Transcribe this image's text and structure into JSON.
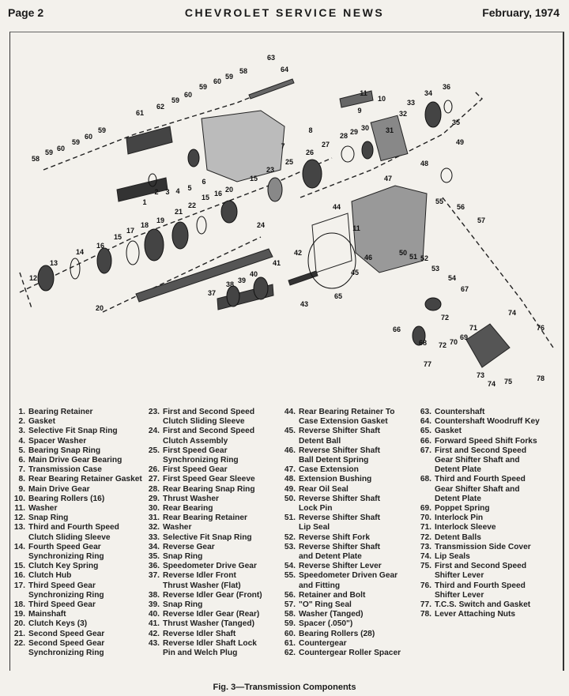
{
  "header": {
    "page": "Page 2",
    "title": "CHEVROLET SERVICE NEWS",
    "date": "February, 1974"
  },
  "diagram": {
    "callouts": [
      "63",
      "64",
      "58",
      "59",
      "60",
      "59",
      "60",
      "59",
      "62",
      "61",
      "9",
      "11",
      "10",
      "8",
      "7",
      "36",
      "34",
      "33",
      "32",
      "35",
      "31",
      "30",
      "29",
      "28",
      "27",
      "26",
      "25",
      "23",
      "49",
      "48",
      "47",
      "58",
      "59",
      "60",
      "59",
      "60",
      "59",
      "5",
      "6",
      "4",
      "3",
      "2",
      "1",
      "15",
      "20",
      "16",
      "22",
      "15",
      "21",
      "19",
      "24",
      "44",
      "55",
      "56",
      "57",
      "11",
      "18",
      "17",
      "15",
      "16",
      "14",
      "13",
      "12",
      "20",
      "42",
      "46",
      "50",
      "51",
      "52",
      "45",
      "41",
      "53",
      "54",
      "40",
      "39",
      "38",
      "37",
      "43",
      "65",
      "67",
      "66",
      "74",
      "76",
      "72",
      "71",
      "69",
      "70",
      "72",
      "68",
      "73",
      "74",
      "75",
      "77",
      "78"
    ]
  },
  "legend": [
    [
      {
        "n": "1.",
        "t": [
          "Bearing Retainer"
        ]
      },
      {
        "n": "2.",
        "t": [
          "Gasket"
        ]
      },
      {
        "n": "3.",
        "t": [
          "Selective Fit Snap Ring"
        ]
      },
      {
        "n": "4.",
        "t": [
          "Spacer Washer"
        ]
      },
      {
        "n": "5.",
        "t": [
          "Bearing Snap Ring"
        ]
      },
      {
        "n": "6.",
        "t": [
          "Main Drive Gear Bearing"
        ]
      },
      {
        "n": "7.",
        "t": [
          "Transmission Case"
        ]
      },
      {
        "n": "8.",
        "t": [
          "Rear Bearing Retainer Gasket"
        ]
      },
      {
        "n": "9.",
        "t": [
          "Main Drive Gear"
        ]
      },
      {
        "n": "10.",
        "t": [
          "Bearing Rollers (16)"
        ]
      },
      {
        "n": "11.",
        "t": [
          "Washer"
        ]
      },
      {
        "n": "12.",
        "t": [
          "Snap Ring"
        ]
      },
      {
        "n": "13.",
        "t": [
          "Third and Fourth Speed",
          "Clutch Sliding Sleeve"
        ]
      },
      {
        "n": "14.",
        "t": [
          "Fourth Speed Gear",
          "Synchronizing Ring"
        ]
      },
      {
        "n": "15.",
        "t": [
          "Clutch Key Spring"
        ]
      },
      {
        "n": "16.",
        "t": [
          "Clutch Hub"
        ]
      },
      {
        "n": "17.",
        "t": [
          "Third Speed Gear",
          "Synchronizing Ring"
        ]
      },
      {
        "n": "18.",
        "t": [
          "Third Speed Gear"
        ]
      },
      {
        "n": "19.",
        "t": [
          "Mainshaft"
        ]
      },
      {
        "n": "20.",
        "t": [
          "Clutch Keys (3)"
        ]
      },
      {
        "n": "21.",
        "t": [
          "Second Speed Gear"
        ]
      },
      {
        "n": "22.",
        "t": [
          "Second Speed Gear",
          "Synchronizing Ring"
        ]
      }
    ],
    [
      {
        "n": "23.",
        "t": [
          "First and Second Speed",
          "Clutch Sliding Sleeve"
        ]
      },
      {
        "n": "24.",
        "t": [
          "First and Second Speed",
          "Clutch Assembly"
        ]
      },
      {
        "n": "25.",
        "t": [
          "First Speed Gear",
          "Synchronizing Ring"
        ]
      },
      {
        "n": "26.",
        "t": [
          "First Speed Gear"
        ]
      },
      {
        "n": "27.",
        "t": [
          "First Speed Gear Sleeve"
        ]
      },
      {
        "n": "28.",
        "t": [
          "Rear Bearing Snap Ring"
        ]
      },
      {
        "n": "29.",
        "t": [
          "Thrust Washer"
        ]
      },
      {
        "n": "30.",
        "t": [
          "Rear Bearing"
        ]
      },
      {
        "n": "31.",
        "t": [
          "Rear Bearing Retainer"
        ]
      },
      {
        "n": "32.",
        "t": [
          "Washer"
        ]
      },
      {
        "n": "33.",
        "t": [
          "Selective Fit Snap Ring"
        ]
      },
      {
        "n": "34.",
        "t": [
          "Reverse Gear"
        ]
      },
      {
        "n": "35.",
        "t": [
          "Snap Ring"
        ]
      },
      {
        "n": "36.",
        "t": [
          "Speedometer Drive Gear"
        ]
      },
      {
        "n": "37.",
        "t": [
          "Reverse Idler Front",
          "Thrust Washer (Flat)"
        ]
      },
      {
        "n": "38.",
        "t": [
          "Reverse Idler Gear (Front)"
        ]
      },
      {
        "n": "39.",
        "t": [
          "Snap Ring"
        ]
      },
      {
        "n": "40.",
        "t": [
          "Reverse Idler Gear (Rear)"
        ]
      },
      {
        "n": "41.",
        "t": [
          "Thrust Washer (Tanged)"
        ]
      },
      {
        "n": "42.",
        "t": [
          "Reverse Idler Shaft"
        ]
      },
      {
        "n": "43.",
        "t": [
          "Reverse Idler Shaft Lock",
          "Pin and Welch Plug"
        ]
      }
    ],
    [
      {
        "n": "44.",
        "t": [
          "Rear Bearing Retainer To",
          "Case Extension Gasket"
        ]
      },
      {
        "n": "45.",
        "t": [
          "Reverse Shifter Shaft",
          "Detent Ball"
        ]
      },
      {
        "n": "46.",
        "t": [
          "Reverse Shifter Shaft",
          "Ball Detent Spring"
        ]
      },
      {
        "n": "47.",
        "t": [
          "Case Extension"
        ]
      },
      {
        "n": "48.",
        "t": [
          "Extension Bushing"
        ]
      },
      {
        "n": "49.",
        "t": [
          "Rear Oil Seal"
        ]
      },
      {
        "n": "50.",
        "t": [
          "Reverse Shifter Shaft",
          "Lock Pin"
        ]
      },
      {
        "n": "51.",
        "t": [
          "Reverse Shifter Shaft",
          "Lip Seal"
        ]
      },
      {
        "n": "52.",
        "t": [
          "Reverse Shift Fork"
        ]
      },
      {
        "n": "53.",
        "t": [
          "Reverse Shifter Shaft",
          "and Detent Plate"
        ]
      },
      {
        "n": "54.",
        "t": [
          "Reverse Shifter Lever"
        ]
      },
      {
        "n": "55.",
        "t": [
          "Speedometer Driven Gear",
          "and Fitting"
        ]
      },
      {
        "n": "56.",
        "t": [
          "Retainer and Bolt"
        ]
      },
      {
        "n": "57.",
        "t": [
          "\"O\" Ring Seal"
        ]
      },
      {
        "n": "58.",
        "t": [
          "Washer (Tanged)"
        ]
      },
      {
        "n": "59.",
        "t": [
          "Spacer (.050\")"
        ]
      },
      {
        "n": "60.",
        "t": [
          "Bearing Rollers (28)"
        ]
      },
      {
        "n": "61.",
        "t": [
          "Countergear"
        ]
      },
      {
        "n": "62.",
        "t": [
          "Countergear Roller Spacer"
        ]
      }
    ],
    [
      {
        "n": "63.",
        "t": [
          "Countershaft"
        ]
      },
      {
        "n": "64.",
        "t": [
          "Countershaft Woodruff Key"
        ]
      },
      {
        "n": "65.",
        "t": [
          "Gasket"
        ]
      },
      {
        "n": "66.",
        "t": [
          "Forward Speed Shift Forks"
        ]
      },
      {
        "n": "67.",
        "t": [
          "First and Second Speed",
          "Gear Shifter Shaft and",
          "Detent Plate"
        ]
      },
      {
        "n": "68.",
        "t": [
          "Third and Fourth Speed",
          "Gear Shifter Shaft and",
          "Detent Plate"
        ]
      },
      {
        "n": "69.",
        "t": [
          "Poppet Spring"
        ]
      },
      {
        "n": "70.",
        "t": [
          "Interlock Pin"
        ]
      },
      {
        "n": "71.",
        "t": [
          "Interlock Sleeve"
        ]
      },
      {
        "n": "72.",
        "t": [
          "Detent Balls"
        ]
      },
      {
        "n": "73.",
        "t": [
          "Transmission Side Cover"
        ]
      },
      {
        "n": "74.",
        "t": [
          "Lip Seals"
        ]
      },
      {
        "n": "75.",
        "t": [
          "First and Second Speed",
          "Shifter Lever"
        ]
      },
      {
        "n": "76.",
        "t": [
          "Third and Fourth Speed",
          "Shifter Lever"
        ]
      },
      {
        "n": "77.",
        "t": [
          "T.C.S. Switch and Gasket"
        ]
      },
      {
        "n": "78.",
        "t": [
          "Lever Attaching Nuts"
        ]
      }
    ]
  ],
  "caption": "Fig. 3—Transmission Components"
}
